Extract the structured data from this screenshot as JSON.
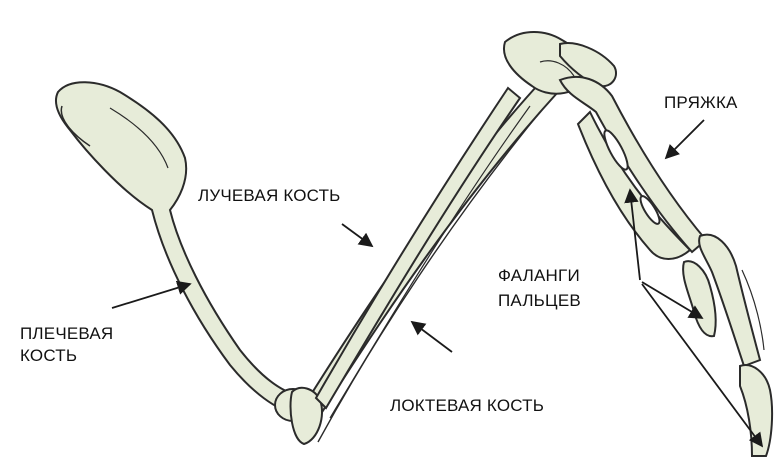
{
  "labels": {
    "humerus": "ПЛЕЧЕВАЯ\nКОСТЬ",
    "radius": "ЛУЧЕВАЯ КОСТЬ",
    "ulna": "ЛОКТЕВАЯ КОСТЬ",
    "metatarsus": "ПРЯЖКА",
    "phalanges": "ФАЛАНГИ\nПАЛЬЦЕВ"
  },
  "colors": {
    "bone_fill": "#e7ecd9",
    "bone_stroke": "#2b2b2b",
    "leader": "#1a1a1a"
  }
}
